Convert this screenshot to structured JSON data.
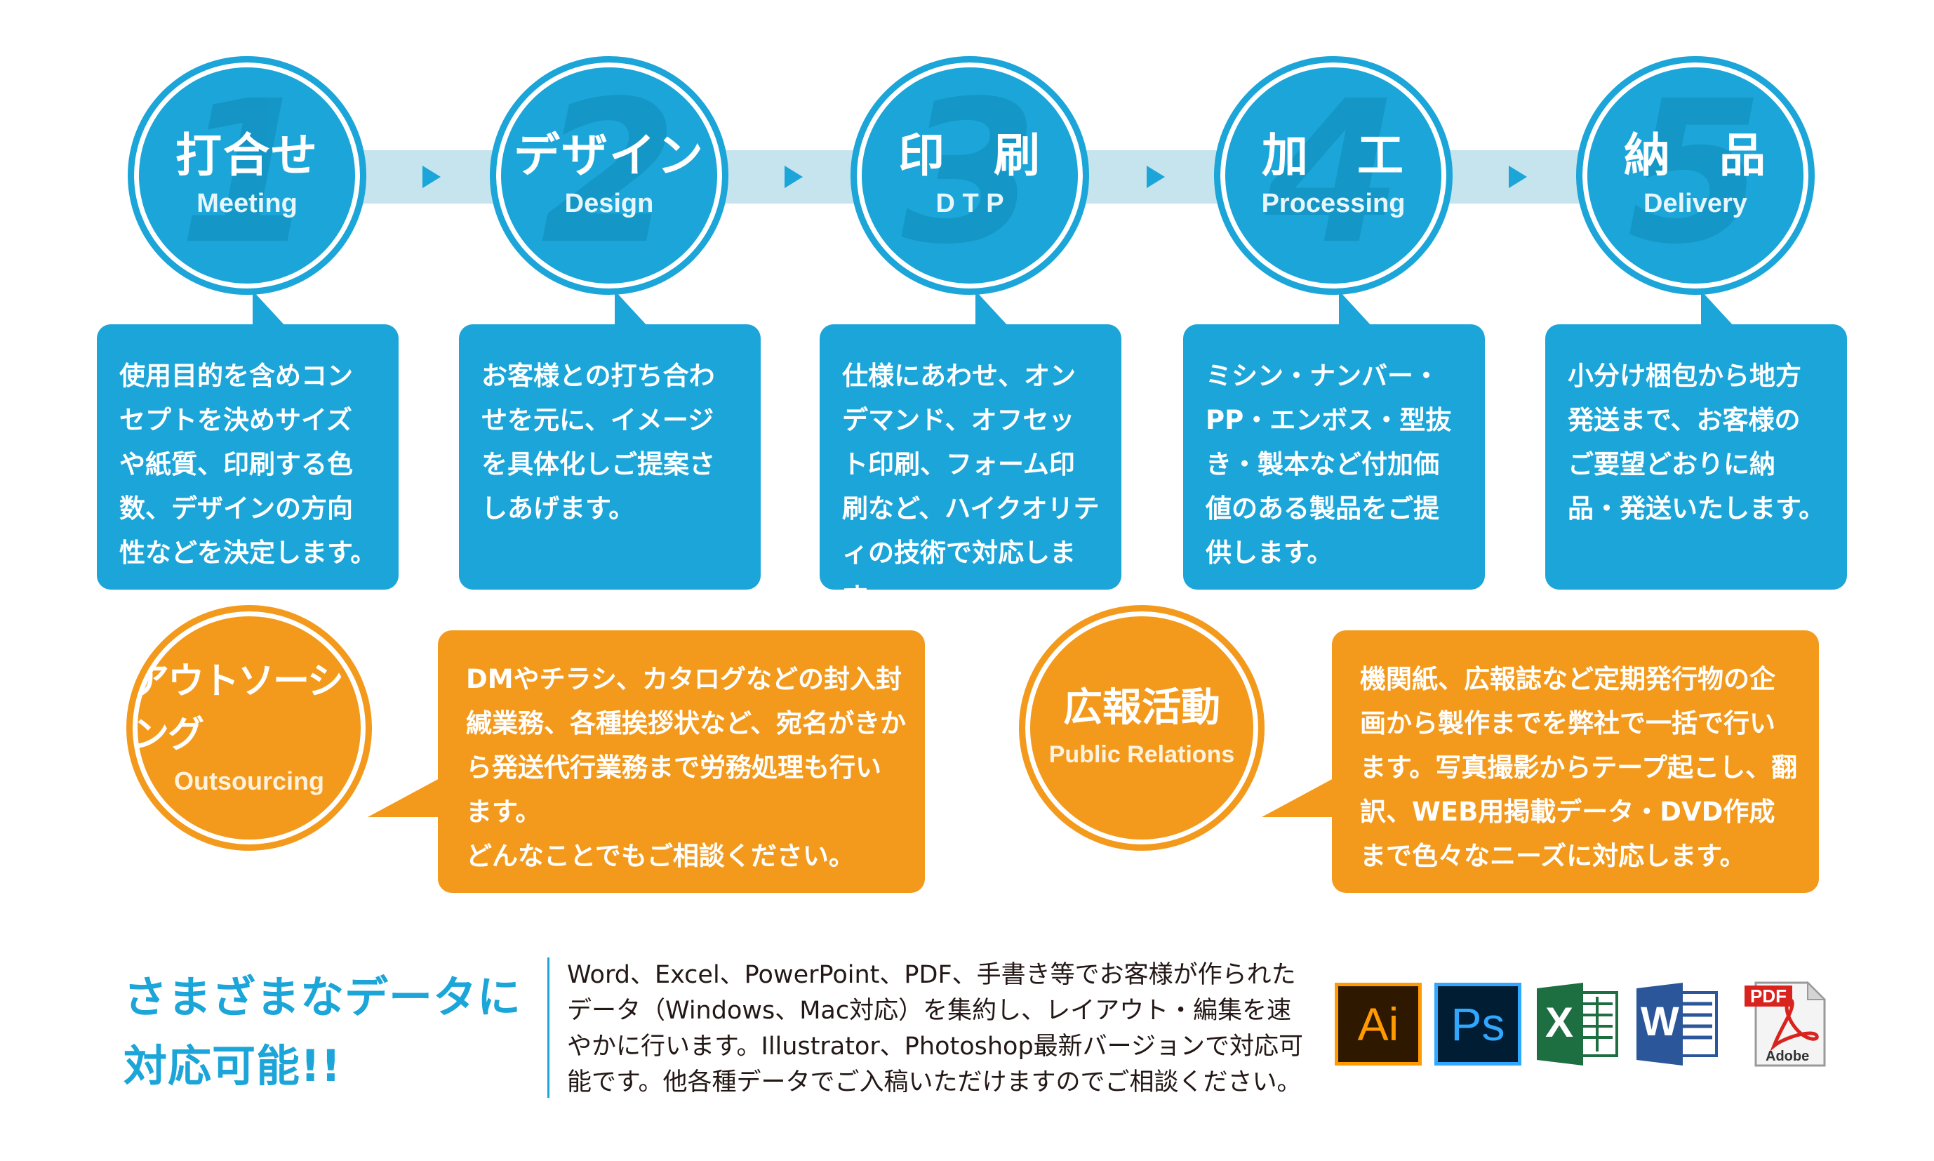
{
  "steps": [
    {
      "num": "1",
      "title": "打合せ",
      "subtitle": "Meeting",
      "description": "使用目的を含めコンセプトを決めサイズや紙質、印刷する色数、デザインの方向性などを決定します。"
    },
    {
      "num": "2",
      "title": "デザイン",
      "subtitle": "Design",
      "description": "お客様との打ち合わせを元に、イメージを具体化しご提案さしあげます。"
    },
    {
      "num": "3",
      "title": "印　刷",
      "subtitle": "D T P",
      "description": "仕様にあわせ、オンデマンド、オフセット印刷、フォーム印刷など、ハイクオリティの技術で対応します。"
    },
    {
      "num": "4",
      "title": "加　工",
      "subtitle": "Processing",
      "description": "ミシン・ナンバー・PP・エンボス・型抜き・製本など付加価値のある製品をご提供します。"
    },
    {
      "num": "5",
      "title": "納　品",
      "subtitle": "Delivery",
      "description": "小分け梱包から地方発送まで、お客様のご要望どおりに納品・発送いたします。"
    }
  ],
  "services": [
    {
      "title": "アウトソーシング",
      "subtitle": "Outsourcing",
      "description": "DMやチラシ、カタログなどの封入封緘業務、各種挨拶状など、宛名がきから発送代行業務まで労務処理も行います。\nどんなことでもご相談ください。"
    },
    {
      "title": "広報活動",
      "subtitle": "Public Relations",
      "description": "機関紙、広報誌など定期発行物の企画から製作までを弊社で一括で行います。写真撮影からテープ起こし、翻訳、WEB用掲載データ・DVD作成まで色々なニーズに対応します。"
    }
  ],
  "data_support": {
    "headline_line1": "さまざまなデータに",
    "headline_line2": "対応可能!!",
    "text": "Word、Excel、PowerPoint、PDF、手書き等でお客様が作られたデータ（Windows、Mac対応）を集約し、レイアウト・編集を速やかに行います。Illustrator、Photoshop最新バージョンで対応可能です。他各種データでご入稿いただけますのでご相談ください。"
  },
  "app_icons": [
    {
      "name": "illustrator-icon",
      "label": "Ai",
      "bg": "#2e1800",
      "fg": "#ff9a00"
    },
    {
      "name": "photoshop-icon",
      "label": "Ps",
      "bg": "#001d34",
      "fg": "#31a8ff"
    },
    {
      "name": "excel-icon",
      "label": "X",
      "bg": "#1d6f42",
      "fg": "#ffffff"
    },
    {
      "name": "word-icon",
      "label": "W",
      "bg": "#2b579a",
      "fg": "#ffffff"
    },
    {
      "name": "pdf-icon",
      "label": "PDF",
      "sub": "Adobe",
      "bg": "#ffffff",
      "fg": "#d8231e"
    }
  ],
  "colors": {
    "blue": "#1ba5d8",
    "orange": "#f39a1c",
    "light_blue": "#c5e4ee"
  }
}
